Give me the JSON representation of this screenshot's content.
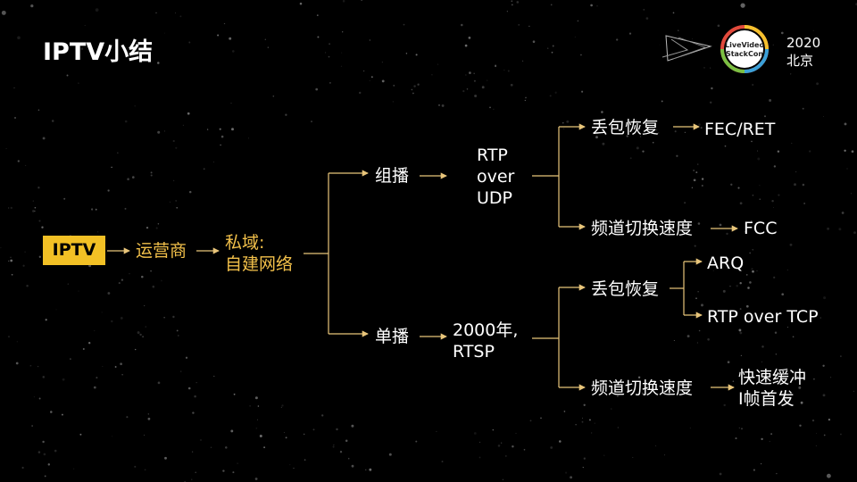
{
  "slide": {
    "title": "IPTV小结"
  },
  "logo": {
    "badge_line1": "LiveVideo",
    "badge_line2": "StackCon",
    "year": "2020",
    "city": "北京"
  },
  "tree": {
    "root": "IPTV",
    "operator": "运营商",
    "private_line1": "私域:",
    "private_line2": "自建网络",
    "multicast": {
      "label": "组播",
      "protocol_lines": [
        "RTP",
        "over",
        "UDP"
      ],
      "loss_recovery": {
        "label": "丢包恢复",
        "solution": "FEC/RET"
      },
      "channel_switch": {
        "label": "频道切换速度",
        "solution": "FCC"
      }
    },
    "unicast": {
      "label": "单播",
      "protocol_lines": [
        "2000年,",
        "RTSP"
      ],
      "loss_recovery": {
        "label": "丢包恢复",
        "solutions": [
          "ARQ",
          "RTP over TCP"
        ]
      },
      "channel_switch": {
        "label": "频道切换速度",
        "solution_lines": [
          "快速缓冲",
          "I帧首发"
        ]
      }
    }
  },
  "colors": {
    "background": "#000000",
    "accent": "#f2c025",
    "connector": "#e8c57a",
    "text": "#ffffff"
  }
}
